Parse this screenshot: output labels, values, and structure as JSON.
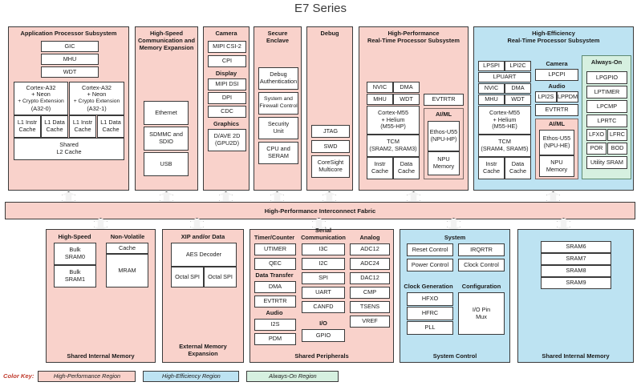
{
  "title": "E7 Series",
  "fabric": {
    "label": "High-Performance Interconnect Fabric"
  },
  "legend": {
    "label": "Color Key:",
    "items": [
      {
        "text": "High-Performance Region",
        "color": "#f9d2cb"
      },
      {
        "text": "High-Efficiency Region",
        "color": "#bde3f2"
      },
      {
        "text": "Always-On Region",
        "color": "#d6f0e0"
      }
    ]
  },
  "aps": {
    "title": "Application Processor Subsystem",
    "blocks": [
      "GIC",
      "MHU",
      "WDT"
    ],
    "cores": [
      {
        "name": "Cortex-A32",
        "ext1": "+ Neon",
        "ext2": "+ Crypto Extension",
        "id": "(A32-0)",
        "l1i": "L1 Instr\nCache",
        "l1d": "L1 Data\nCache"
      },
      {
        "name": "Cortex-A32",
        "ext1": "+ Neon",
        "ext2": "+ Crypto Extension",
        "id": "(A32-1)",
        "l1i": "L1 Instr\nCache",
        "l1d": "L1 Data\nCache"
      }
    ],
    "l2": "Shared\nL2 Cache"
  },
  "highspeed": {
    "title": "High-Speed\nCommunication and\nMemory Expansion",
    "blocks": [
      "Ethernet",
      "SDMMC and\nSDIO",
      "USB"
    ]
  },
  "camera_col": {
    "title": "Camera",
    "camera_blocks": [
      "MIPI CSI-2",
      "CPI"
    ],
    "display_header": "Display",
    "display_blocks": [
      "MIPI DSI",
      "DPI",
      "CDC"
    ],
    "graphics_header": "Graphics",
    "graphics_blocks": [
      "D/AVE 2D\n(GPU2D)"
    ]
  },
  "secure": {
    "title": "Secure\nEnclave",
    "blocks": [
      "Debug\nAuthentication",
      "System and\nFirewall Control",
      "Security\nUnit",
      "CPU and\nSERAM"
    ]
  },
  "debug": {
    "title": "Debug",
    "blocks": [
      "JTAG",
      "SWD",
      "CoreSight\nMulticore"
    ]
  },
  "hprt": {
    "title": "High-Performance\nReal-Time Processor Subsystem",
    "small_grid": [
      "NVIC",
      "DMA",
      "MHU",
      "WDT"
    ],
    "core": "Cortex-M55\n+ Helium\n(M55-HP)",
    "tcm": "TCM",
    "tcm_sub": "(SRAM2, SRAM3)",
    "caches": [
      "Instr\nCache",
      "Data\nCache"
    ],
    "evtrtr": "EVTRTR",
    "aiml_header": "AI/ML",
    "aiml_blocks": [
      "Ethos-U55\n(NPU-HP)",
      "NPU\nMemory"
    ]
  },
  "hert": {
    "title": "High-Efficiency\nReal-Time Processor Subsystem",
    "small_grid_row1": [
      "LPSPI",
      "LPI2C"
    ],
    "lpuart": "LPUART",
    "small_grid_row2": [
      "NVIC",
      "DMA"
    ],
    "small_grid_row3": [
      "MHU",
      "WDT"
    ],
    "core": "Cortex-M55\n+ Helium\n(M55-HE)",
    "tcm": "TCM",
    "tcm_sub": "(SRAM4, SRAM5)",
    "caches": [
      "Instr\nCache",
      "Data\nCache"
    ],
    "camera_header": "Camera",
    "camera_block": "LPCPI",
    "audio_header": "Audio",
    "audio_blocks": [
      "LPI2S",
      "LPPDM"
    ],
    "evtrtr": "EVTRTR",
    "aiml_header": "AI/ML",
    "aiml_blocks": [
      "Ethos-U55\n(NPU-HE)",
      "NPU\nMemory"
    ],
    "alwayson_header": "Always-On",
    "alwayson_blocks": [
      "LPGPIO",
      "LPTIMER",
      "LPCMP",
      "LPRTC"
    ],
    "alwayson_pairs": [
      [
        "LFXO",
        "LFRC"
      ],
      [
        "POR",
        "BOD"
      ]
    ],
    "alwayson_last": "Utility SRAM"
  },
  "shared_mem_left": {
    "caption": "Shared Internal Memory",
    "hs_header": "High-Speed",
    "hs_blocks": [
      "Bulk\nSRAM0",
      "Bulk\nSRAM1"
    ],
    "nv_header": "Non-Volatile",
    "nv_blocks": [
      "Cache",
      "MRAM"
    ]
  },
  "ext_mem": {
    "caption": "External Memory\nExpansion",
    "header": "XIP and/or Data",
    "aes": "AES Decoder",
    "spi": [
      "Octal SPI",
      "Octal SPI"
    ]
  },
  "peripherals": {
    "caption": "Shared Peripherals",
    "col1": {
      "header1": "Timer/Counter",
      "blocks1": [
        "UTIMER",
        "QEC"
      ],
      "header2": "Data Transfer",
      "blocks2": [
        "DMA",
        "EVTRTR"
      ],
      "header3": "Audio",
      "blocks3": [
        "I2S",
        "PDM"
      ]
    },
    "col2": {
      "header1": "Serial\nCommunication",
      "blocks1": [
        "I3C",
        "I2C",
        "SPI",
        "UART",
        "CANFD"
      ],
      "header2": "I/O",
      "blocks2": [
        "GPIO"
      ]
    },
    "col3": {
      "header1": "Analog",
      "blocks1": [
        "ADC12",
        "ADC24",
        "DAC12",
        "CMP",
        "TSENS",
        "VREF"
      ]
    }
  },
  "sysctrl": {
    "caption": "System Control",
    "system_header": "System",
    "system_blocks": [
      "Reset Control",
      "IRQRTR",
      "Power Control",
      "Clock Control"
    ],
    "clockgen_header": "Clock Generation",
    "clockgen_blocks": [
      "HFXO",
      "HFRC",
      "PLL"
    ],
    "config_header": "Configuration",
    "config_block": "I/O Pin\nMux"
  },
  "shared_mem_right": {
    "caption": "Shared Internal Memory",
    "blocks": [
      "SRAM6",
      "SRAM7",
      "SRAM8",
      "SRAM9"
    ]
  }
}
